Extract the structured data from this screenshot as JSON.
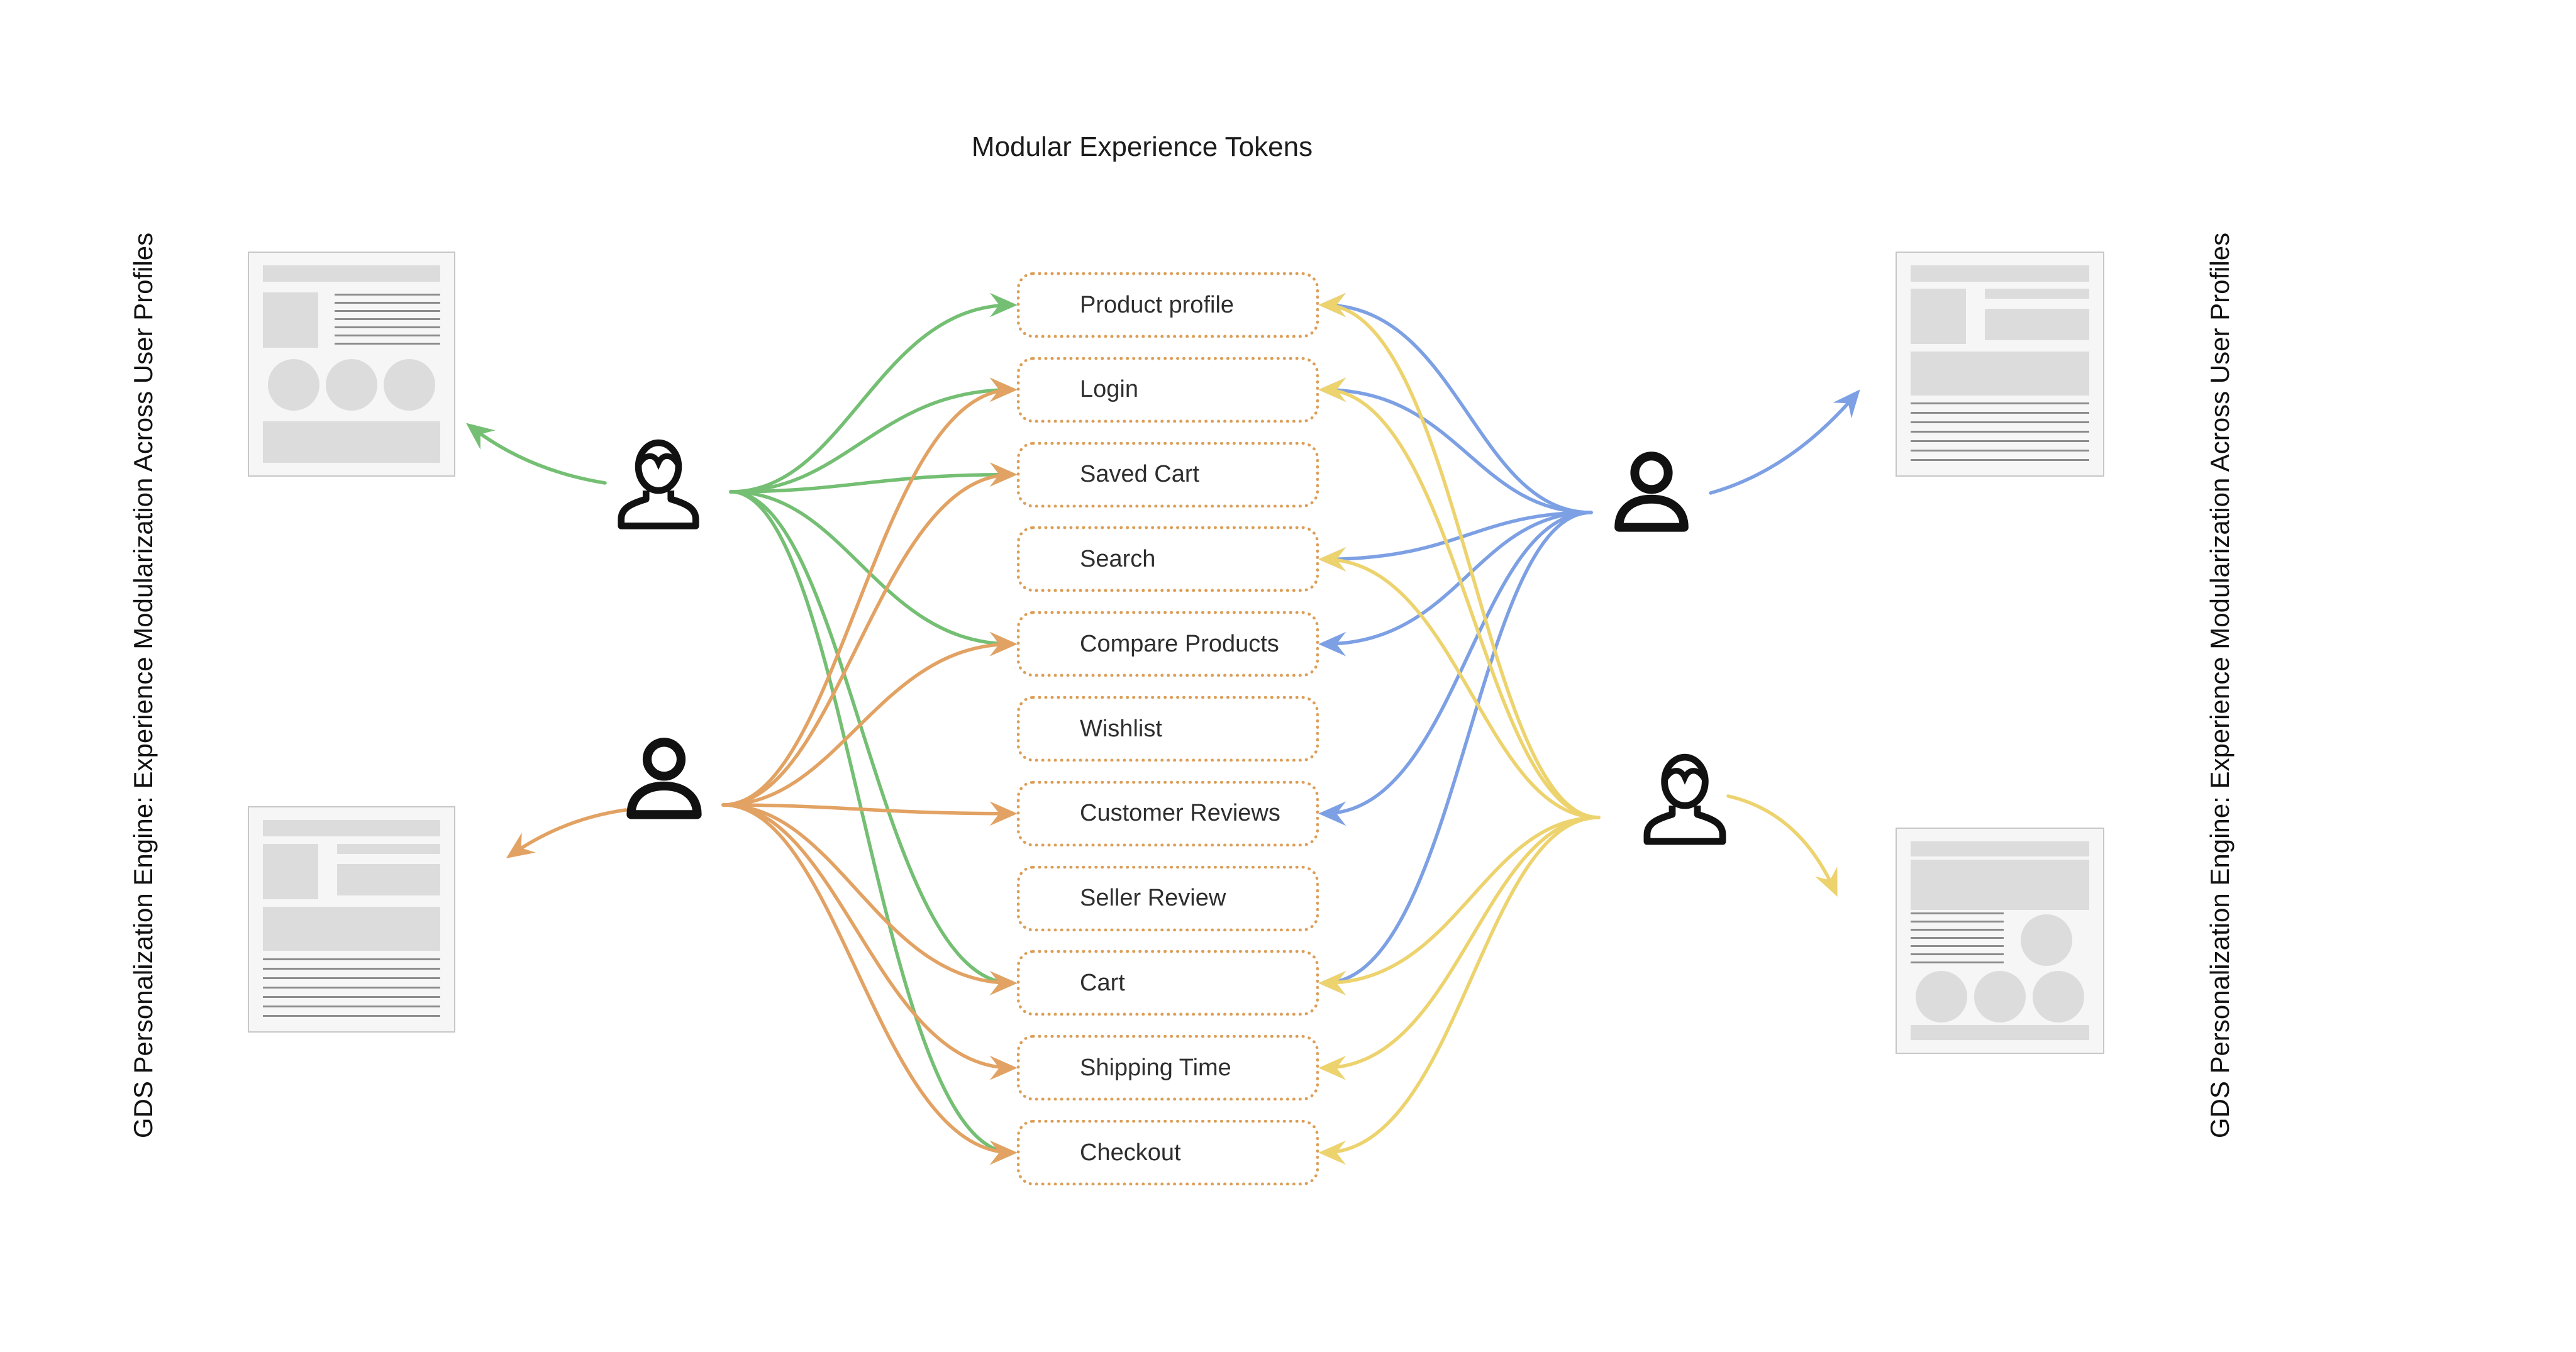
{
  "title": "Modular Experience Tokens",
  "side_labels": {
    "left": "GDS Personalization Engine: Experience Modularization Across User Profiles",
    "right": "GDS Personalization Engine: Experience Modularization Across User Profiles"
  },
  "tokens": [
    "Product profile",
    "Login",
    "Saved Cart",
    "Search",
    "Compare Products",
    "Wishlist",
    "Customer Reviews",
    "Seller Review",
    "Cart",
    "Shipping Time",
    "Checkout"
  ],
  "colors": {
    "green": "#74bf73",
    "orange": "#e2a263",
    "blue": "#7da0e4",
    "yellow": "#edd36e",
    "box_border": "#dc9e57",
    "text": "#2e2e2e",
    "wireframe_bg": "#f6f6f6",
    "wireframe_block": "#dcdcdc"
  },
  "users": [
    {
      "id": "user-top-left",
      "icon": "male-user-icon",
      "color_name": "green"
    },
    {
      "id": "user-bottom-left",
      "icon": "generic-user-icon",
      "color_name": "orange"
    },
    {
      "id": "user-top-right",
      "icon": "generic-user-icon",
      "color_name": "blue"
    },
    {
      "id": "user-bottom-right",
      "icon": "male-user-icon",
      "color_name": "yellow"
    }
  ],
  "wireframes": [
    {
      "id": "wireframe-top-left",
      "variant": "header-text-circles-footer"
    },
    {
      "id": "wireframe-bottom-left",
      "variant": "header-media-paragraph"
    },
    {
      "id": "wireframe-top-right",
      "variant": "header-media-paragraph"
    },
    {
      "id": "wireframe-bottom-right",
      "variant": "banner-text-circles"
    }
  ],
  "connections": [
    {
      "user": "user-top-left",
      "color_name": "green",
      "to_wireframe": "wireframe-top-left",
      "targets": [
        "Product profile",
        "Login",
        "Saved Cart",
        "Compare Products",
        "Cart",
        "Checkout"
      ]
    },
    {
      "user": "user-bottom-left",
      "color_name": "orange",
      "to_wireframe": "wireframe-bottom-left",
      "targets": [
        "Login",
        "Saved Cart",
        "Compare Products",
        "Customer Reviews",
        "Cart",
        "Shipping Time",
        "Checkout"
      ]
    },
    {
      "user": "user-top-right",
      "color_name": "blue",
      "to_wireframe": "wireframe-top-right",
      "targets": [
        "Product profile",
        "Login",
        "Search",
        "Compare Products",
        "Customer Reviews",
        "Cart"
      ]
    },
    {
      "user": "user-bottom-right",
      "color_name": "yellow",
      "to_wireframe": "wireframe-bottom-right",
      "targets": [
        "Product profile",
        "Login",
        "Search",
        "Cart",
        "Shipping Time",
        "Checkout"
      ]
    }
  ]
}
